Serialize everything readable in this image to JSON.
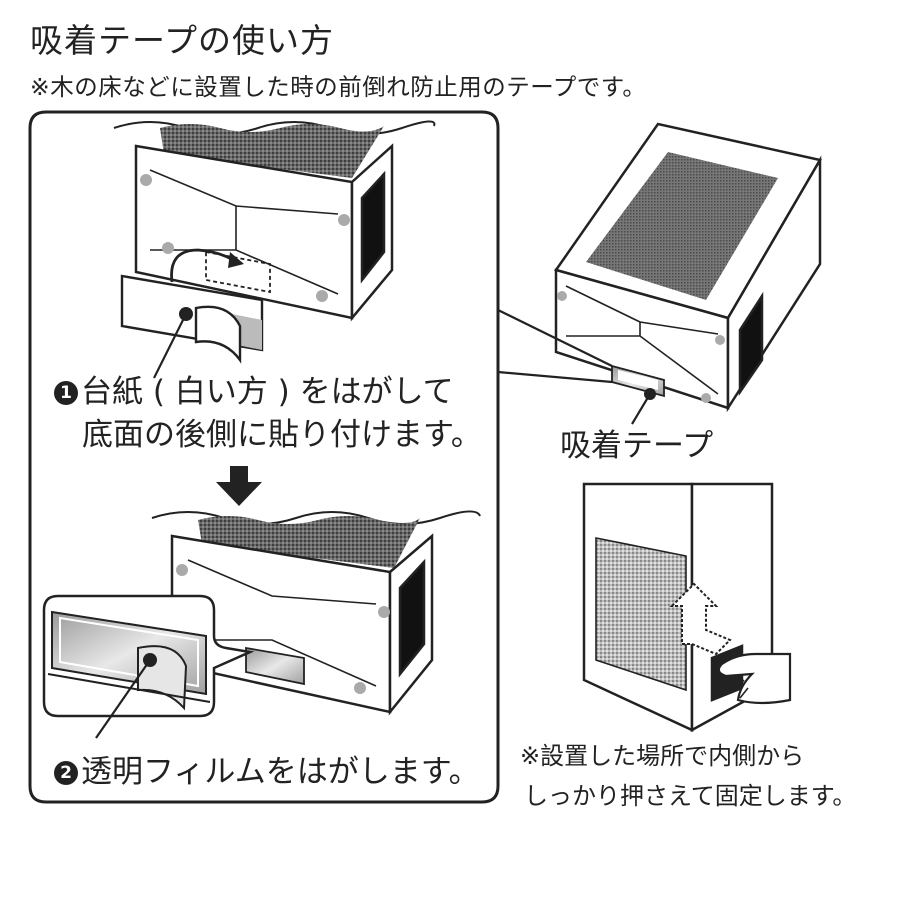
{
  "title": "吸着テープの使い方",
  "subtitle": "※木の床などに設置した時の前倒れ防止用のテープです。",
  "steps": [
    {
      "badge": "1",
      "lines": [
        "台紙 ( 白い方 ) をはがして",
        "底面の後側に貼り付けます。"
      ]
    },
    {
      "badge": "2",
      "lines": [
        "透明フィルムをはがします。"
      ]
    }
  ],
  "tape_label": "吸着テープ",
  "note": [
    "※設置した場所で内側から",
    "しっかり押さえて固定します。"
  ],
  "icons": {
    "step_arrow": "down-arrow-icon",
    "peel_arrow": "curved-arrow-icon",
    "press_arrow": "dotted-push-arrow-icon"
  },
  "colors": {
    "ink": "#222222",
    "filter_mesh": "#5a5a5a",
    "tape_gray": "#c8c8c8"
  }
}
